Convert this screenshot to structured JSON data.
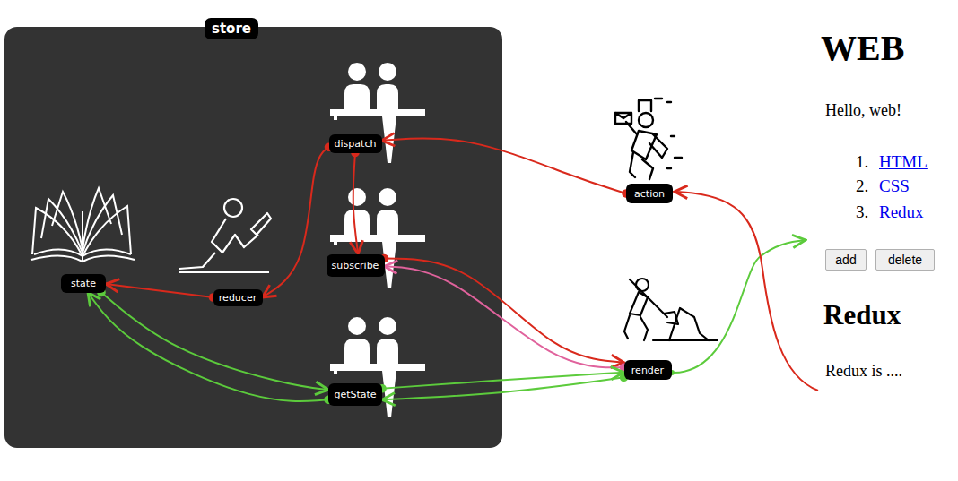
{
  "diagram": {
    "nodes": [
      {
        "text": [
          "store"
        ]
      },
      {
        "text": [
          "state"
        ],
        "in": 0
      },
      {
        "text": [
          "reducer"
        ],
        "in": 0
      },
      {
        "text": [
          "dispatch"
        ],
        "in": 0
      },
      {
        "text": [
          "subscribe"
        ],
        "in": 0
      },
      {
        "text": [
          "getState"
        ],
        "in": 0
      },
      {
        "text": [
          "action"
        ]
      },
      {
        "text": [
          "render"
        ]
      },
      {
        "text": [
          "add"
        ]
      },
      {
        "text": [
          "delete"
        ]
      }
    ],
    "edges": [
      {
        "from": 6,
        "to": 3,
        "arrow": "to"
      },
      {
        "from": 3,
        "to": 2,
        "arrow": "to"
      },
      {
        "from": 2,
        "to": 1,
        "arrow": "to"
      },
      {
        "from": 3,
        "to": 4,
        "arrow": "to"
      },
      {
        "from": 4,
        "to": 7,
        "arrow": "to"
      },
      {
        "from": 7,
        "to": 4,
        "arrow": "to"
      },
      {
        "from": 5,
        "to": 7,
        "arrow": "to"
      },
      {
        "from": 7,
        "to": 5,
        "arrow": "to"
      },
      {
        "from": 1,
        "to": 5,
        "arrow": "to"
      },
      {
        "from": 5,
        "to": 1,
        "arrow": "to"
      }
    ],
    "labels": [
      "WEB",
      "Hello, web!",
      "1.",
      "HTML",
      "2.",
      "CSS",
      "3.",
      "Redux",
      "Redux",
      "Redux is ...."
    ]
  }
}
